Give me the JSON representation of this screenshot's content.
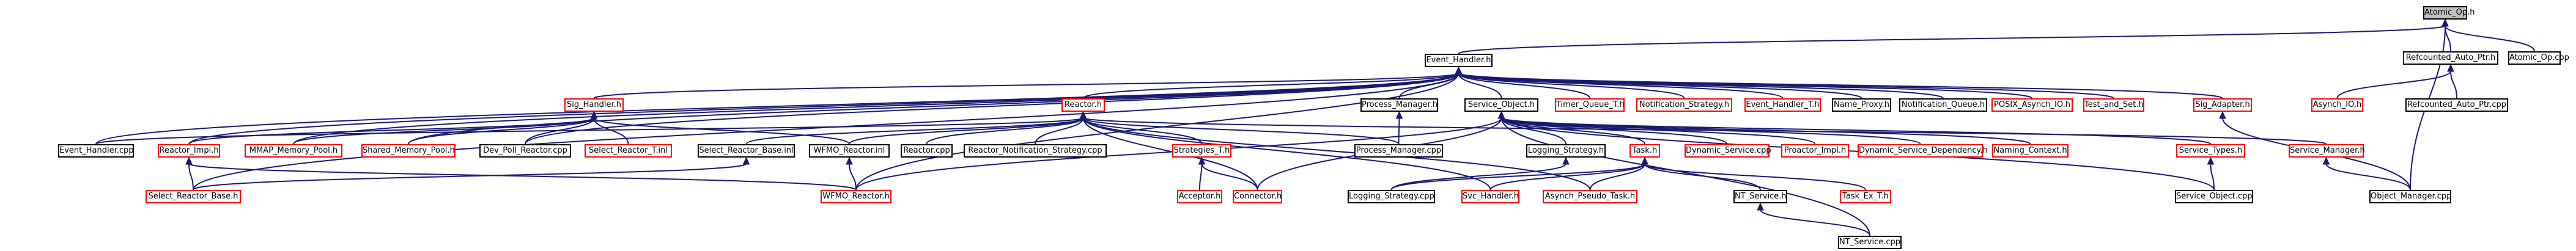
{
  "graph": {
    "edge_color": "#191970",
    "border_default": "#000000",
    "border_missing": "#ff0000",
    "root_fill": "#bfbfbf",
    "nodes": [
      {
        "id": "atomic_op_h",
        "label": "Atomic_Op.h",
        "style": "root"
      },
      {
        "id": "event_handler_h",
        "label": "Event_Handler.h",
        "style": "black"
      },
      {
        "id": "refcounted_auto_ptr_h",
        "label": "Refcounted_Auto_Ptr.h",
        "style": "black"
      },
      {
        "id": "atomic_op_cpp",
        "label": "Atomic_Op.cpp",
        "style": "black"
      },
      {
        "id": "sig_handler_h",
        "label": "Sig_Handler.h",
        "style": "red"
      },
      {
        "id": "reactor_h",
        "label": "Reactor.h",
        "style": "red"
      },
      {
        "id": "process_manager_h",
        "label": "Process_Manager.h",
        "style": "black"
      },
      {
        "id": "service_object_h",
        "label": "Service_Object.h",
        "style": "black"
      },
      {
        "id": "timer_queue_t_h",
        "label": "Timer_Queue_T.h",
        "style": "red"
      },
      {
        "id": "notification_strategy_h",
        "label": "Notification_Strategy.h",
        "style": "red"
      },
      {
        "id": "event_handler_t_h",
        "label": "Event_Handler_T.h",
        "style": "red"
      },
      {
        "id": "name_proxy_h",
        "label": "Name_Proxy.h",
        "style": "black"
      },
      {
        "id": "notification_queue_h",
        "label": "Notification_Queue.h",
        "style": "black"
      },
      {
        "id": "posix_asynch_io_h",
        "label": "POSIX_Asynch_IO.h",
        "style": "red"
      },
      {
        "id": "test_and_set_h",
        "label": "Test_and_Set.h",
        "style": "red"
      },
      {
        "id": "sig_adapter_h",
        "label": "Sig_Adapter.h",
        "style": "red"
      },
      {
        "id": "asynch_io_h",
        "label": "Asynch_IO.h",
        "style": "red"
      },
      {
        "id": "refcounted_auto_ptr_cpp",
        "label": "Refcounted_Auto_Ptr.cpp",
        "style": "black"
      },
      {
        "id": "event_handler_cpp",
        "label": "Event_Handler.cpp",
        "style": "black"
      },
      {
        "id": "reactor_impl_h",
        "label": "Reactor_Impl.h",
        "style": "red"
      },
      {
        "id": "nmap_memory_pool_h",
        "label": "MMAP_Memory_Pool.h",
        "style": "red"
      },
      {
        "id": "shared_memory_pool_h",
        "label": "Shared_Memory_Pool.h",
        "style": "red"
      },
      {
        "id": "dev_poll_reactor_cpp",
        "label": "Dev_Poll_Reactor.cpp",
        "style": "black"
      },
      {
        "id": "select_reactor_t_inl",
        "label": "Select_Reactor_T.inl",
        "style": "red"
      },
      {
        "id": "select_reactor_base_inl",
        "label": "Select_Reactor_Base.inl",
        "style": "black"
      },
      {
        "id": "wfmo_reactor_inl",
        "label": "WFMO_Reactor.inl",
        "style": "black"
      },
      {
        "id": "reactor_cpp",
        "label": "Reactor.cpp",
        "style": "black"
      },
      {
        "id": "reactor_notification_strategy_cpp",
        "label": "Reactor_Notification_Strategy.cpp",
        "style": "black"
      },
      {
        "id": "strategies_t_h",
        "label": "Strategies_T.h",
        "style": "red"
      },
      {
        "id": "process_manager_cpp",
        "label": "Process_Manager.cpp",
        "style": "black"
      },
      {
        "id": "logging_strategy_h",
        "label": "Logging_Strategy.h",
        "style": "black"
      },
      {
        "id": "task_h",
        "label": "Task.h",
        "style": "red"
      },
      {
        "id": "dynamic_service_cpp",
        "label": "Dynamic_Service.cpp",
        "style": "red"
      },
      {
        "id": "proactor_impl_h",
        "label": "Proactor_Impl.h",
        "style": "red"
      },
      {
        "id": "dynamic_service_dependency_h",
        "label": "Dynamic_Service_Dependency.h",
        "style": "red"
      },
      {
        "id": "naming_context_h",
        "label": "Naming_Context.h",
        "style": "red"
      },
      {
        "id": "service_types_h",
        "label": "Service_Types.h",
        "style": "red"
      },
      {
        "id": "service_manager_h",
        "label": "Service_Manager.h",
        "style": "red"
      },
      {
        "id": "select_reactor_base_h",
        "label": "Select_Reactor_Base.h",
        "style": "red"
      },
      {
        "id": "wfmo_reactor_h",
        "label": "WFMO_Reactor.h",
        "style": "red"
      },
      {
        "id": "acceptor_h",
        "label": "Acceptor.h",
        "style": "red"
      },
      {
        "id": "connector_h",
        "label": "Connector.h",
        "style": "red"
      },
      {
        "id": "logging_strategy_cpp",
        "label": "Logging_Strategy.cpp",
        "style": "black"
      },
      {
        "id": "svc_handler_h",
        "label": "Svc_Handler.h",
        "style": "red"
      },
      {
        "id": "asynch_pseudo_task_h",
        "label": "Asynch_Pseudo_Task.h",
        "style": "red"
      },
      {
        "id": "nt_service_h",
        "label": "NT_Service.h",
        "style": "black"
      },
      {
        "id": "task_ex_t_h",
        "label": "Task_Ex_T.h",
        "style": "red"
      },
      {
        "id": "service_object_cpp",
        "label": "Service_Object.cpp",
        "style": "black"
      },
      {
        "id": "object_manager_cpp",
        "label": "Object_Manager.cpp",
        "style": "black"
      },
      {
        "id": "nt_service_cpp",
        "label": "NT_Service.cpp",
        "style": "black"
      }
    ],
    "edges": [
      [
        "atomic_op_h",
        "event_handler_h"
      ],
      [
        "atomic_op_h",
        "refcounted_auto_ptr_h"
      ],
      [
        "atomic_op_h",
        "atomic_op_cpp"
      ],
      [
        "atomic_op_h",
        "object_manager_cpp"
      ],
      [
        "event_handler_h",
        "sig_handler_h"
      ],
      [
        "event_handler_h",
        "reactor_h"
      ],
      [
        "event_handler_h",
        "process_manager_h"
      ],
      [
        "event_handler_h",
        "service_object_h"
      ],
      [
        "event_handler_h",
        "timer_queue_t_h"
      ],
      [
        "event_handler_h",
        "notification_strategy_h"
      ],
      [
        "event_handler_h",
        "event_handler_t_h"
      ],
      [
        "event_handler_h",
        "name_proxy_h"
      ],
      [
        "event_handler_h",
        "notification_queue_h"
      ],
      [
        "event_handler_h",
        "posix_asynch_io_h"
      ],
      [
        "event_handler_h",
        "test_and_set_h"
      ],
      [
        "event_handler_h",
        "sig_adapter_h"
      ],
      [
        "event_handler_h",
        "event_handler_cpp"
      ],
      [
        "event_handler_h",
        "reactor_impl_h"
      ],
      [
        "event_handler_h",
        "nmap_memory_pool_h"
      ],
      [
        "event_handler_h",
        "shared_memory_pool_h"
      ],
      [
        "event_handler_h",
        "dev_poll_reactor_cpp"
      ],
      [
        "event_handler_h",
        "select_reactor_base_h"
      ],
      [
        "event_handler_h",
        "wfmo_reactor_h"
      ],
      [
        "refcounted_auto_ptr_h",
        "asynch_io_h"
      ],
      [
        "refcounted_auto_ptr_h",
        "refcounted_auto_ptr_cpp"
      ],
      [
        "sig_handler_h",
        "nmap_memory_pool_h"
      ],
      [
        "sig_handler_h",
        "shared_memory_pool_h"
      ],
      [
        "sig_handler_h",
        "dev_poll_reactor_cpp"
      ],
      [
        "sig_handler_h",
        "select_reactor_t_inl"
      ],
      [
        "sig_handler_h",
        "reactor_impl_h"
      ],
      [
        "sig_handler_h",
        "wfmo_reactor_inl"
      ],
      [
        "reactor_h",
        "event_handler_cpp"
      ],
      [
        "reactor_h",
        "select_reactor_base_inl"
      ],
      [
        "reactor_h",
        "wfmo_reactor_inl"
      ],
      [
        "reactor_h",
        "reactor_cpp"
      ],
      [
        "reactor_h",
        "reactor_notification_strategy_cpp"
      ],
      [
        "reactor_h",
        "strategies_t_h"
      ],
      [
        "reactor_h",
        "process_manager_cpp"
      ],
      [
        "reactor_h",
        "svc_handler_h"
      ],
      [
        "reactor_h",
        "connector_h"
      ],
      [
        "reactor_h",
        "asynch_pseudo_task_h"
      ],
      [
        "reactor_h",
        "service_manager_h"
      ],
      [
        "process_manager_h",
        "process_manager_cpp"
      ],
      [
        "service_object_h",
        "logging_strategy_h"
      ],
      [
        "service_object_h",
        "task_h"
      ],
      [
        "service_object_h",
        "dynamic_service_cpp"
      ],
      [
        "service_object_h",
        "proactor_impl_h"
      ],
      [
        "service_object_h",
        "dynamic_service_dependency_h"
      ],
      [
        "service_object_h",
        "naming_context_h"
      ],
      [
        "service_object_h",
        "service_types_h"
      ],
      [
        "service_object_h",
        "service_object_cpp"
      ],
      [
        "service_object_h",
        "nt_service_cpp"
      ],
      [
        "service_object_h",
        "connector_h"
      ],
      [
        "service_object_h",
        "wfmo_reactor_h"
      ],
      [
        "sig_adapter_h",
        "object_manager_cpp"
      ],
      [
        "reactor_impl_h",
        "select_reactor_base_h"
      ],
      [
        "reactor_impl_h",
        "wfmo_reactor_h"
      ],
      [
        "wfmo_reactor_inl",
        "wfmo_reactor_h"
      ],
      [
        "select_reactor_base_inl",
        "select_reactor_base_h"
      ],
      [
        "strategies_t_h",
        "acceptor_h"
      ],
      [
        "strategies_t_h",
        "connector_h"
      ],
      [
        "logging_strategy_h",
        "logging_strategy_cpp"
      ],
      [
        "task_h",
        "svc_handler_h"
      ],
      [
        "task_h",
        "asynch_pseudo_task_h"
      ],
      [
        "task_h",
        "nt_service_h"
      ],
      [
        "task_h",
        "task_ex_t_h"
      ],
      [
        "task_h",
        "logging_strategy_cpp"
      ],
      [
        "service_types_h",
        "service_object_cpp"
      ],
      [
        "service_manager_h",
        "object_manager_cpp"
      ],
      [
        "nt_service_h",
        "nt_service_cpp"
      ]
    ]
  }
}
